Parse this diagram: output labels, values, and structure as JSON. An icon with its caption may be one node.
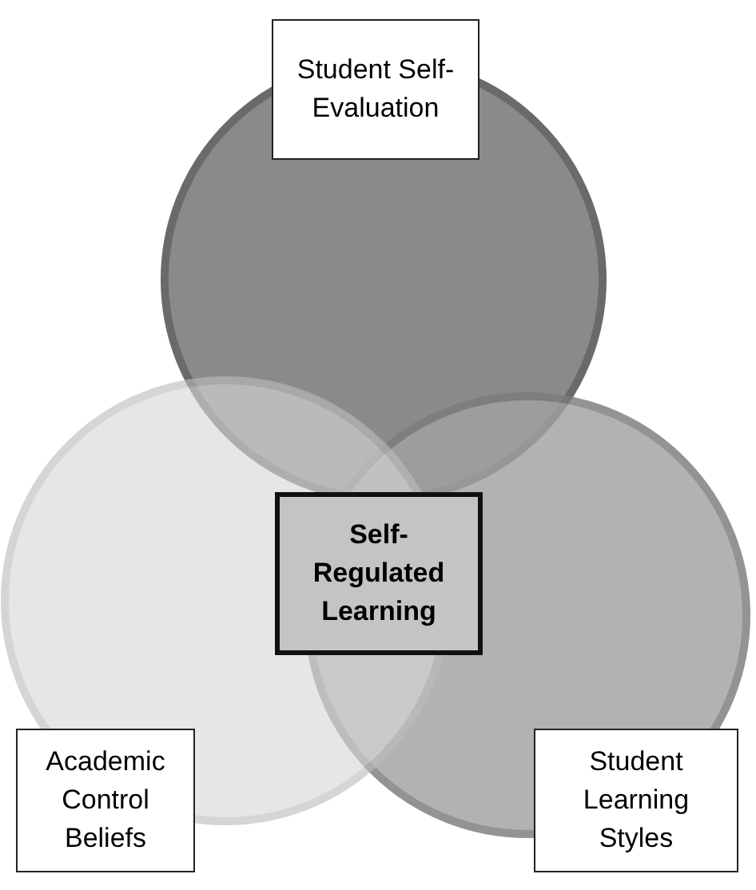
{
  "diagram": {
    "nodes": [
      {
        "text": [
          "Student Self-Evaluation"
        ]
      },
      {
        "text": [],
        "shape": "circle"
      },
      {
        "text": [],
        "shape": "circle"
      },
      {
        "text": [],
        "shape": "circle"
      },
      {
        "text": [
          "Self-Regulated Learning"
        ]
      },
      {
        "text": [
          "Academic Control Beliefs"
        ]
      },
      {
        "text": [
          "Student Learning Styles"
        ]
      }
    ]
  }
}
